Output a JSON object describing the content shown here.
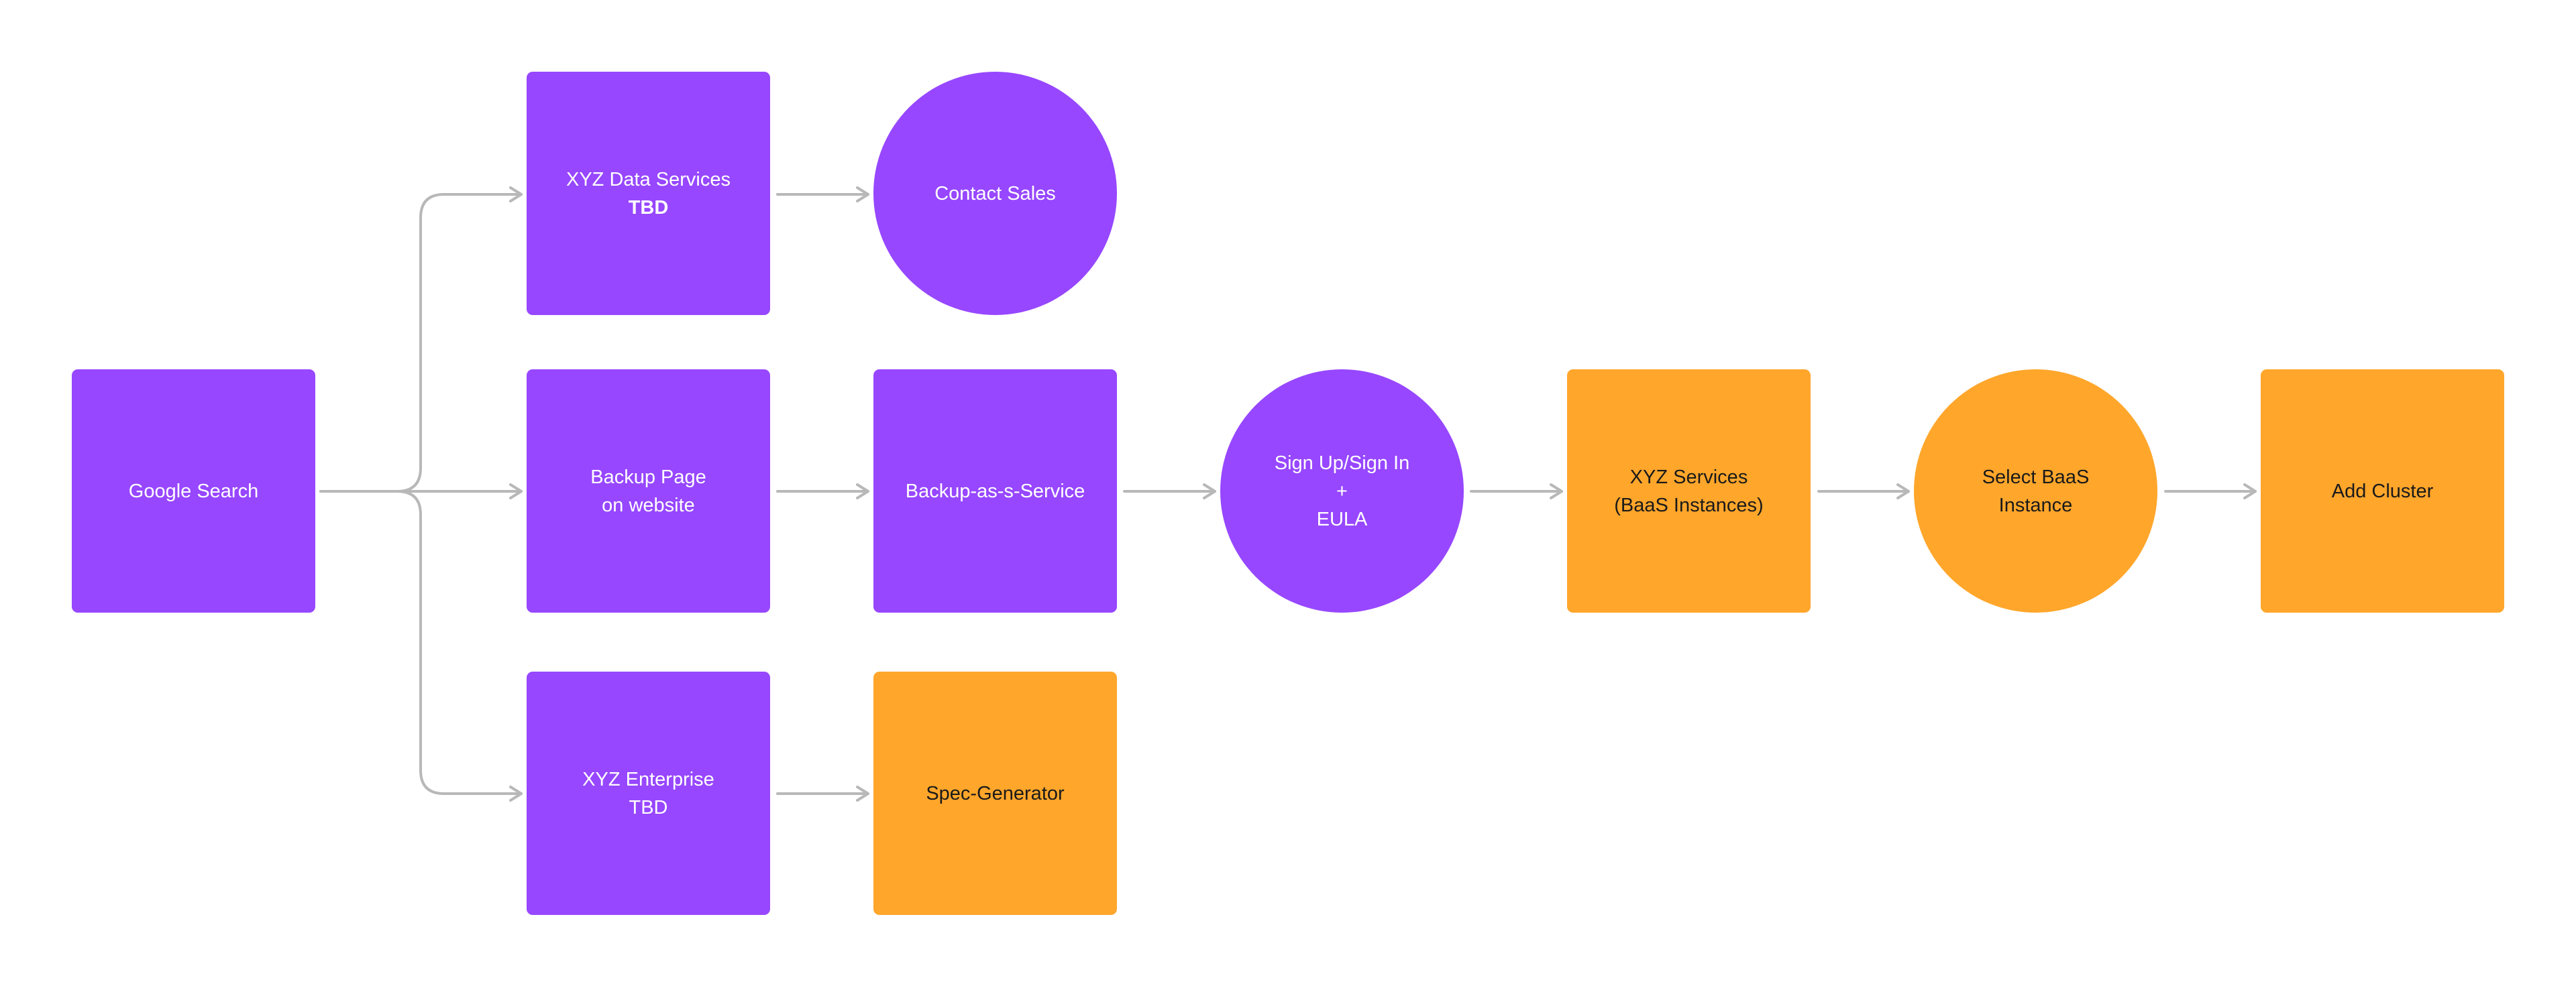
{
  "colors": {
    "purple": "#9747ff",
    "orange": "#ffa62b",
    "connector": "#b8b8b8"
  },
  "nodes": {
    "google_search": {
      "lines": [
        "Google Search"
      ]
    },
    "data_services": {
      "lines": [
        "XYZ Data Services",
        "TBD"
      ]
    },
    "contact_sales": {
      "lines": [
        "Contact Sales"
      ]
    },
    "backup_page": {
      "lines": [
        "Backup Page",
        "on website"
      ]
    },
    "backup_as_service": {
      "lines": [
        "Backup-as-s-Service"
      ]
    },
    "signup": {
      "lines": [
        "Sign Up/Sign In",
        "+",
        "EULA"
      ]
    },
    "xyz_services": {
      "lines": [
        "XYZ Services",
        "(BaaS Instances)"
      ]
    },
    "select_baas": {
      "lines": [
        "Select BaaS",
        "Instance"
      ]
    },
    "add_cluster": {
      "lines": [
        "Add Cluster"
      ]
    },
    "enterprise": {
      "lines": [
        "XYZ Enterprise",
        "TBD"
      ]
    },
    "spec_generator": {
      "lines": [
        "Spec-Generator"
      ]
    }
  }
}
